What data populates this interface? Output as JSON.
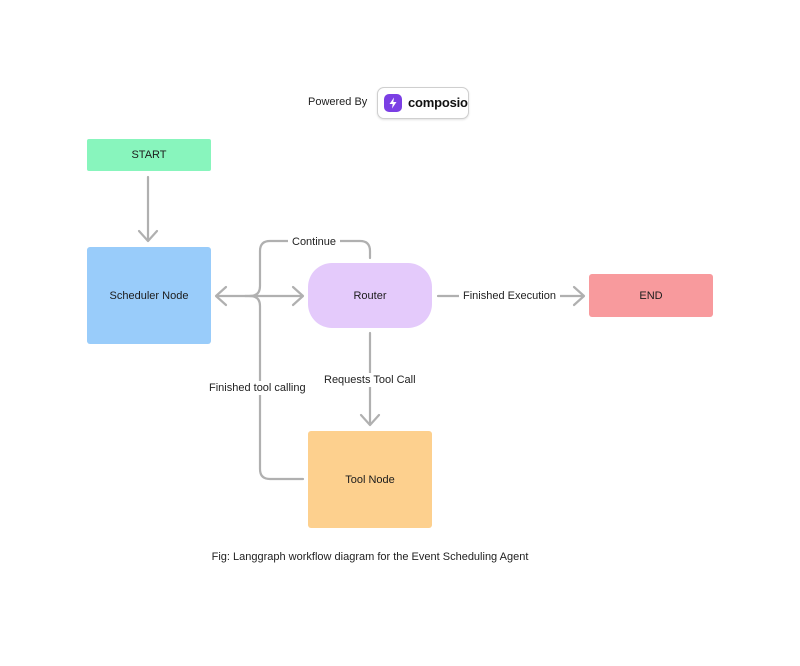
{
  "header": {
    "powered_label": "Powered By",
    "brand_name": "composio",
    "brand_color": "#7b3fe4"
  },
  "nodes": {
    "start": {
      "label": "START",
      "color": "#88f5bd"
    },
    "scheduler": {
      "label": "Scheduler Node",
      "color": "#99ccfa"
    },
    "router": {
      "label": "Router",
      "color": "#e4cafb"
    },
    "end": {
      "label": "END",
      "color": "#f89a9d"
    },
    "tool": {
      "label": "Tool Node",
      "color": "#fdd08e"
    }
  },
  "edges": {
    "continue": "Continue",
    "finished_execution": "Finished Execution",
    "requests_tool_call": "Requests Tool Call",
    "finished_tool_calling": "Finished tool calling",
    "color": "#b0b0b0"
  },
  "caption": "Fig: Langgraph workflow diagram for the Event Scheduling Agent"
}
